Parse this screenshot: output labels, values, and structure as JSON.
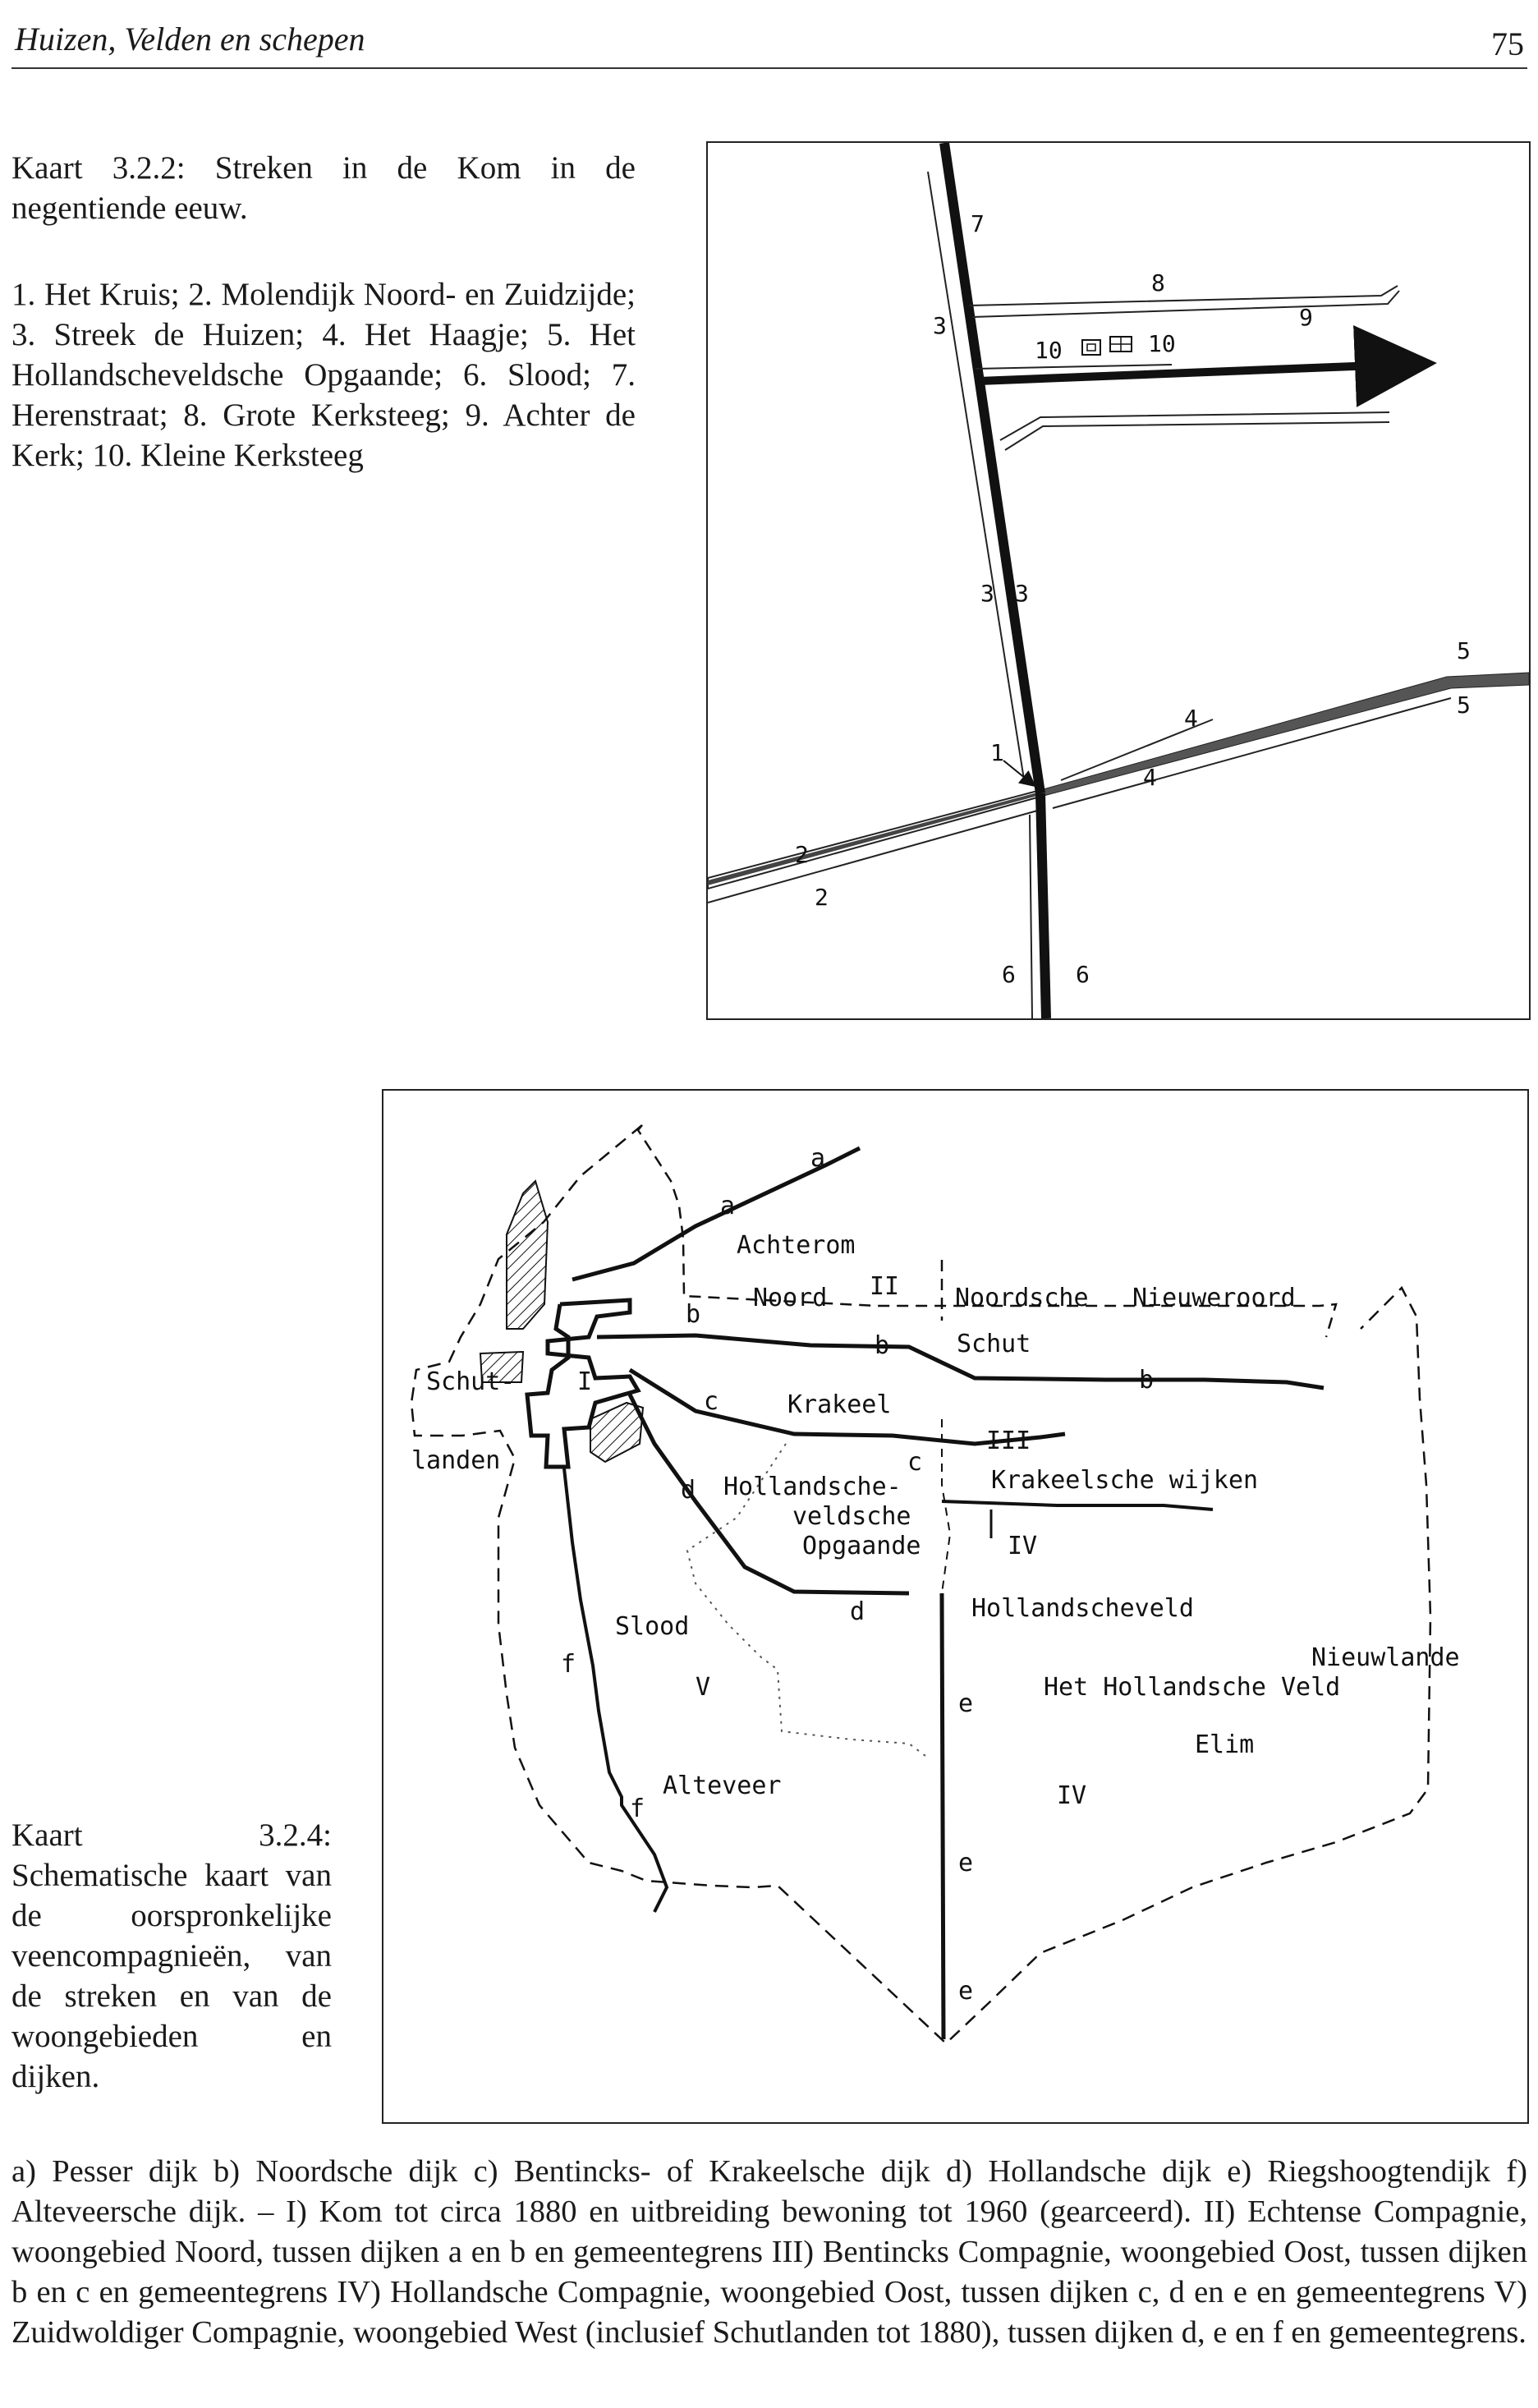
{
  "header": {
    "running_title": "Huizen, Velden en schepen",
    "page_number": "75"
  },
  "map1": {
    "caption_title": "Kaart 3.2.2: Streken in de Kom in de negentiende eeuw.",
    "caption_body": "1. Het Kruis; 2. Molendijk Noord- en Zuidzijde; 3. Streek de Huizen; 4. Het Haagje; 5. Het Hollandscheveldsche Opgaande; 6. Slood; 7. Herenstraat; 8. Grote Kerksteeg; 9. Achter de Kerk; 10. Kleine Kerksteeg",
    "labels": {
      "n7": "7",
      "n8": "8",
      "n9": "9",
      "n10a": "10",
      "n10b": "10",
      "n3a": "3",
      "n3b": "3",
      "n3c": "3",
      "n5a": "5",
      "n5b": "5",
      "n4a": "4",
      "n4b": "4",
      "n1": "1",
      "n2a": "2",
      "n2b": "2",
      "n6a": "6",
      "n6b": "6"
    }
  },
  "map2": {
    "caption": "Kaart 3.2.4: Schematische kaart van de oorspronkelijke veencompagnieën, van de streken en van de woongebieden en dijken.",
    "labels": {
      "a1": "a",
      "a2": "a",
      "achterom": "Achterom",
      "roman2": "II",
      "noord": "Noord",
      "b1": "b",
      "b2": "b",
      "b3": "b",
      "noordsche": "Noordsche",
      "nieuweroord": "Nieuweroord",
      "schut": "Schut",
      "schut_": "Schut-",
      "roman1": "I",
      "landen": "landen",
      "c1": "c",
      "c2": "c",
      "krakeel": "Krakeel",
      "roman3": "III",
      "krakeelsche_wijken": "Krakeelsche wijken",
      "d1": "d",
      "d2": "d",
      "hollandsche": "Hollandsche-",
      "veldsche": "veldsche",
      "opgaande": "Opgaande",
      "roman4a": "IV",
      "roman4b": "IV",
      "slood": "Slood",
      "hollandscheveld": "Hollandscheveld",
      "nieuwlande": "Nieuwlande",
      "f1": "f",
      "f2": "f",
      "roman5": "V",
      "e1": "e",
      "e2": "e",
      "e3": "e",
      "het_hollandsche_veld": "Het Hollandsche Veld",
      "elim": "Elim",
      "alteveer": "Alteveer"
    }
  },
  "legend": "a) Pesser dijk b) Noordsche dijk c) Bentincks- of Krakeelsche dijk d) Hollandsche dijk e) Riegshoogtendijk f) Alteveersche dijk. – I) Kom tot circa 1880 en uitbreiding bewoning tot 1960 (gearceerd). II) Echtense Compagnie, woongebied Noord, tussen dijken a en b en gemeentegrens III) Bentincks Compagnie, woongebied Oost, tussen dijken b en c en gemeentegrens IV) Hollandsche Compagnie, woongebied Oost, tussen dijken c, d en e en gemeentegrens V) Zuidwoldiger Compagnie, woongebied West (inclusief Schutlanden tot 1880), tussen dijken d, e en f en gemeentegrens."
}
